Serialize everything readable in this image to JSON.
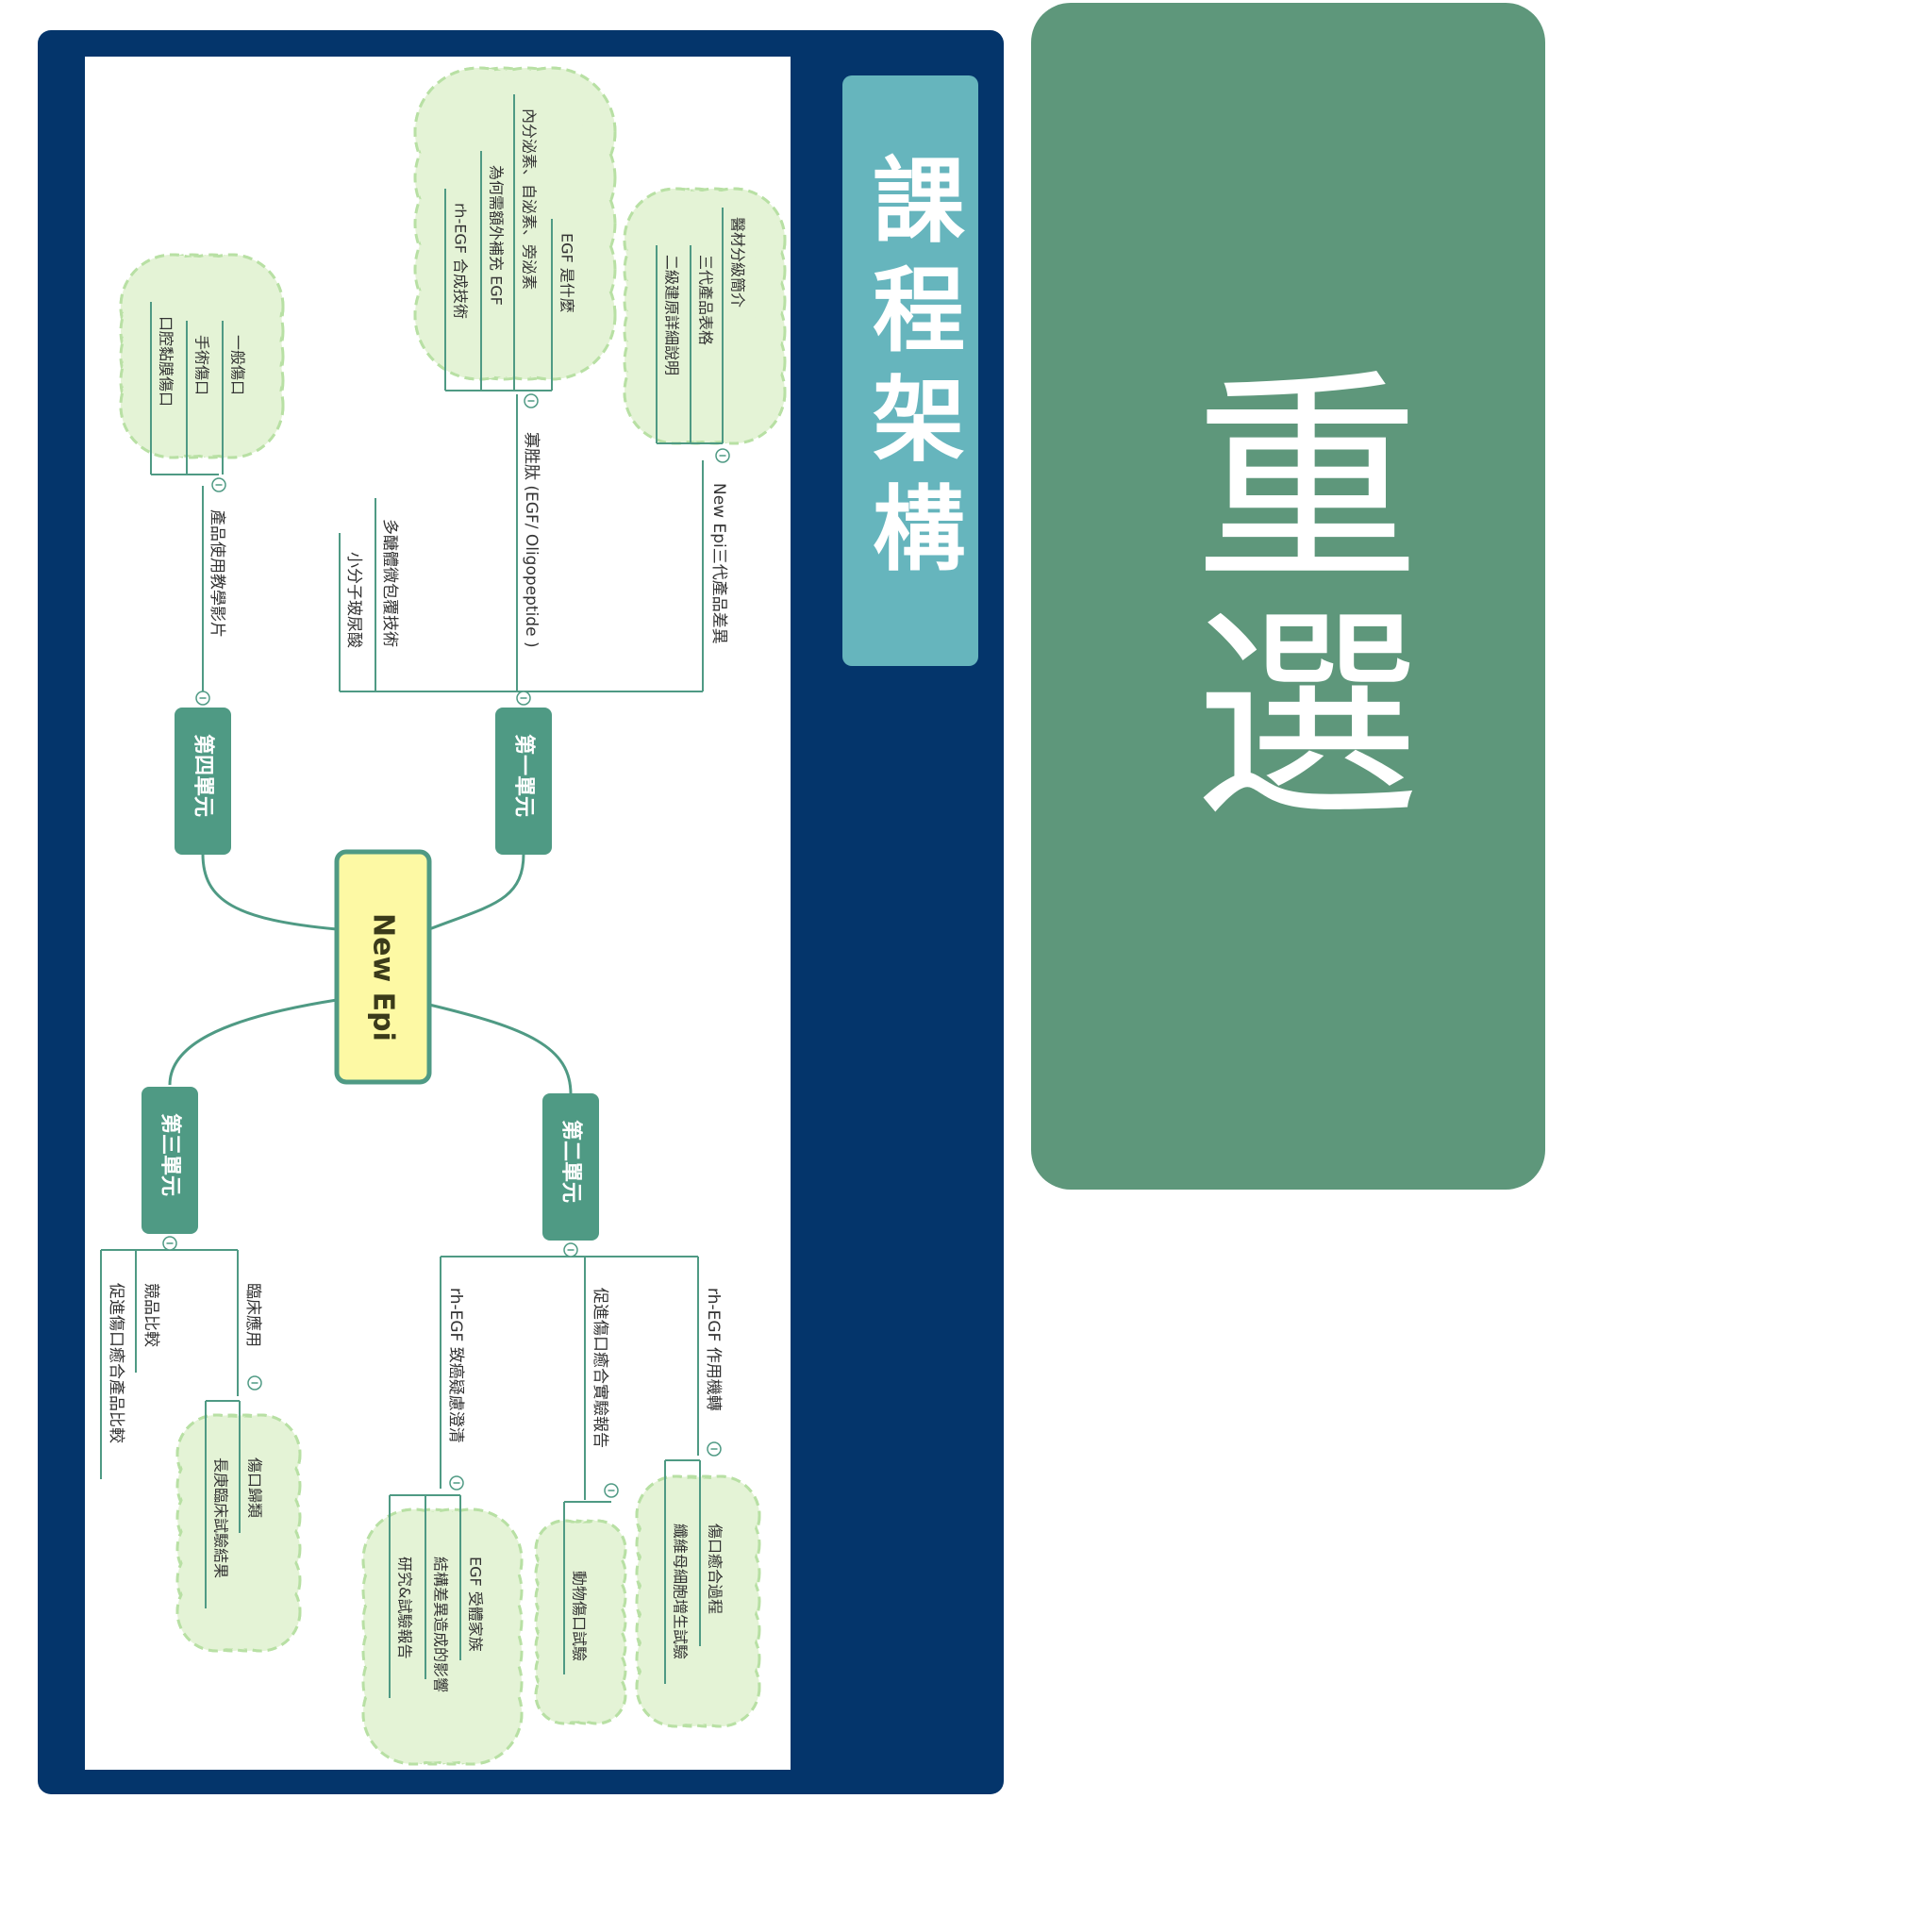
{
  "title": "課程架構",
  "highlight": "重選",
  "colors": {
    "frame": "#04356b",
    "title_bg": "#66b5bd",
    "highlight_bg": "#5e977b",
    "unit_box": "#4f9a84",
    "branch_line": "#4f9a84",
    "center_fill": "#fdf9a4",
    "cloud_fill": "#e4f3d6",
    "cloud_stroke": "#b8e0a4"
  },
  "mindmap": {
    "center": "New Epi",
    "units": [
      {
        "label": "第一單元",
        "topics": [
          {
            "label": "New Epi三代產品差異",
            "details": [
              "醫材分級簡介",
              "三代產品表格",
              "二級建原詳細說明"
            ]
          },
          {
            "label": "寡胜肽 (EGF/ Oligopeptide )",
            "details": [
              "EGF 是什麼",
              "內分泌素、自泌素、旁泌素",
              "為何需額外補充 EGF",
              "rh-EGF 合成技術"
            ]
          },
          {
            "label": "多醣體微包覆技術",
            "details": []
          },
          {
            "label": "小分子玻尿酸",
            "details": []
          }
        ]
      },
      {
        "label": "第四單元",
        "topics": [
          {
            "label": "產品使用教學影片",
            "details": [
              "一般傷口",
              "手術傷口",
              "口腔黏膜傷口"
            ]
          }
        ]
      },
      {
        "label": "第二單元",
        "topics": [
          {
            "label": "rh-EGF 作用機轉",
            "details": [
              "傷口癒合過程",
              "纖維母細胞增生試驗"
            ]
          },
          {
            "label": "促進傷口癒合實驗報告",
            "details": [
              "動物傷口試驗"
            ]
          },
          {
            "label": "rh-EGF 致癌疑慮澄清",
            "details": [
              "EGF 受體家族",
              "結構差異造成的影響",
              "研究&試驗報告"
            ]
          }
        ]
      },
      {
        "label": "第三單元",
        "topics": [
          {
            "label": "臨床應用",
            "details": [
              "傷口歸類",
              "長庚臨床試驗結果"
            ]
          },
          {
            "label": "競品比較",
            "details": []
          },
          {
            "label": "促進傷口癒合產品比較",
            "details": []
          }
        ]
      }
    ]
  }
}
